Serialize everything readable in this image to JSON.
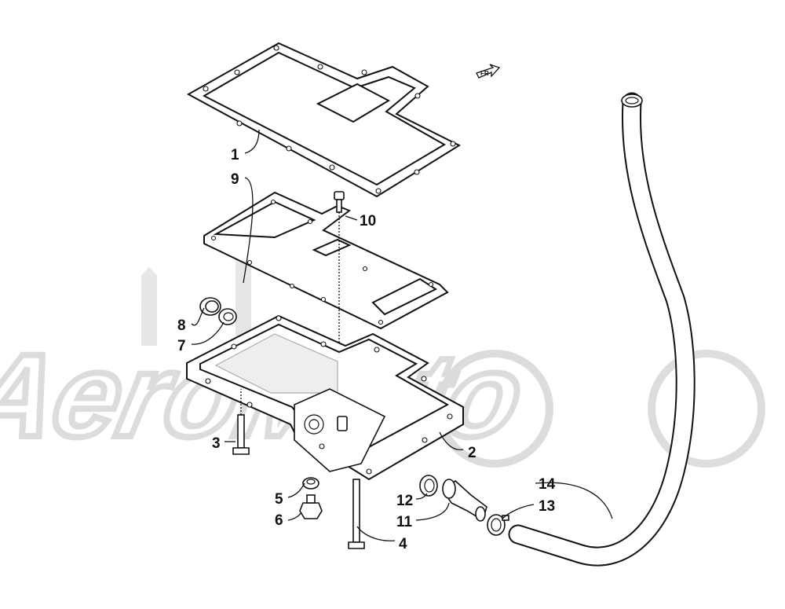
{
  "diagram": {
    "callouts": [
      {
        "id": "1",
        "label": "1"
      },
      {
        "id": "2",
        "label": "2"
      },
      {
        "id": "3",
        "label": "3"
      },
      {
        "id": "4",
        "label": "4"
      },
      {
        "id": "5",
        "label": "5"
      },
      {
        "id": "6",
        "label": "6"
      },
      {
        "id": "7",
        "label": "7"
      },
      {
        "id": "8",
        "label": "8"
      },
      {
        "id": "9",
        "label": "9"
      },
      {
        "id": "10",
        "label": "10"
      },
      {
        "id": "11",
        "label": "11"
      },
      {
        "id": "12",
        "label": "12"
      },
      {
        "id": "13",
        "label": "13"
      },
      {
        "id": "14",
        "label": "14"
      }
    ],
    "front_arrow": "FR",
    "watermark": "AeroMoto"
  },
  "colors": {
    "ink": "#111111",
    "watermark": "#d9d9d9",
    "background": "#ffffff"
  }
}
